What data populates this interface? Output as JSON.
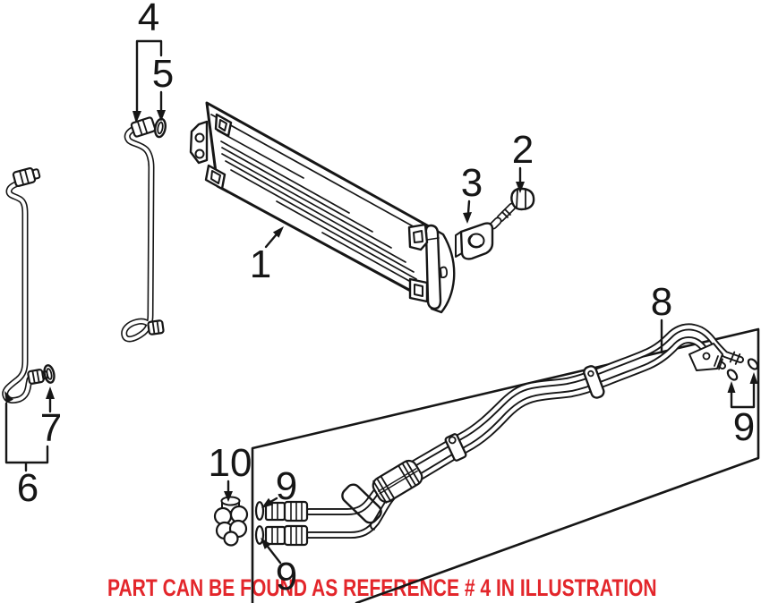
{
  "style": {
    "ink": "#161616",
    "red": "#e3262b",
    "paper": "#ffffff"
  },
  "note": {
    "text": "PART CAN BE FOUND AS REFERENCE # 4 IN ILLUSTRATION"
  },
  "callouts": {
    "part1": "1",
    "part2": "2",
    "part3": "3",
    "part4": "4",
    "part5": "5",
    "part6": "6",
    "part7": "7",
    "part8": "8",
    "part9_left_top": "9",
    "part9_left_bottom": "9",
    "part9_right": "9",
    "part10": "10"
  }
}
